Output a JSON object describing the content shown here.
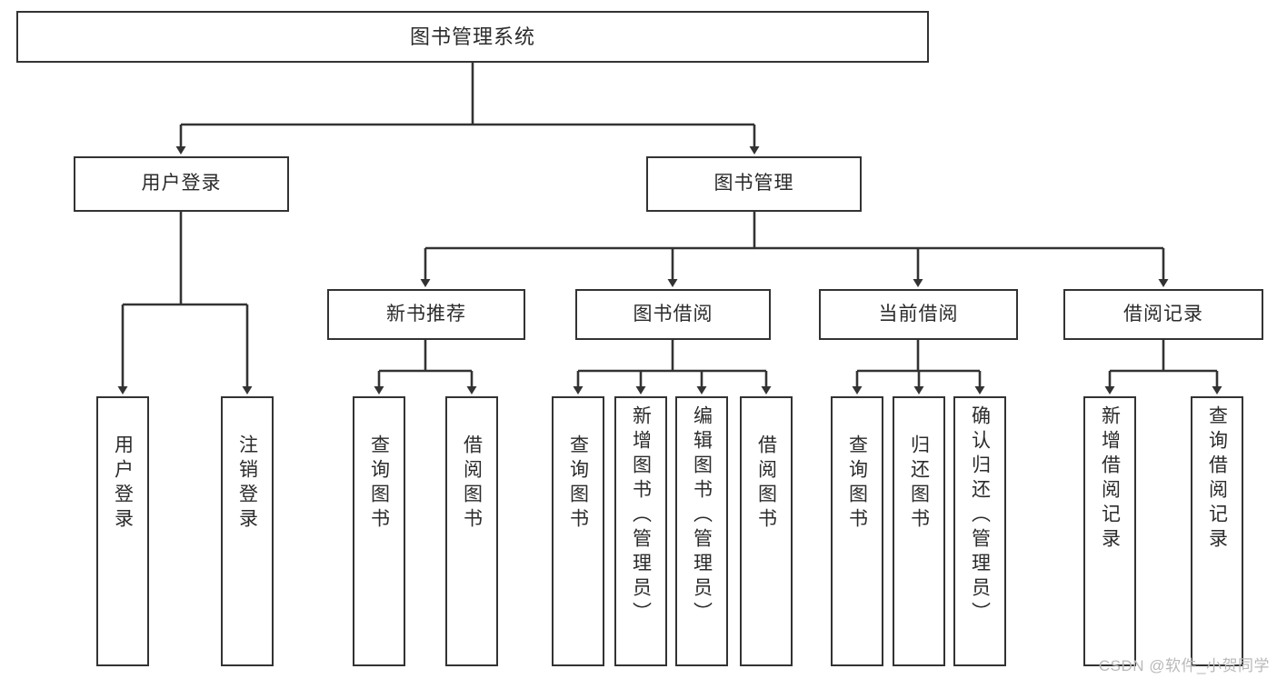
{
  "diagram": {
    "type": "tree-hierarchy",
    "title": "图书管理系统",
    "watermark": "CSDN @软件_小贺同学",
    "colors": {
      "background": "#ffffff",
      "border": "#333333",
      "text": "#2b2b2b",
      "watermark": "#b9b9b9"
    },
    "root": {
      "label": "图书管理系统"
    },
    "level2": [
      {
        "label": "用户登录"
      },
      {
        "label": "图书管理"
      }
    ],
    "level3": [
      {
        "label": "新书推荐"
      },
      {
        "label": "图书借阅"
      },
      {
        "label": "当前借阅"
      },
      {
        "label": "借阅记录"
      }
    ],
    "leaves": {
      "user_login": [
        {
          "label": "用户登录"
        },
        {
          "label": "注销登录"
        }
      ],
      "new_book_recommend": [
        {
          "label": "查询图书"
        },
        {
          "label": "借阅图书"
        }
      ],
      "book_borrow": [
        {
          "label": "查询图书"
        },
        {
          "label": "新增图书（管理员）"
        },
        {
          "label": "编辑图书（管理员）"
        },
        {
          "label": "借阅图书"
        }
      ],
      "current_borrow": [
        {
          "label": "查询图书"
        },
        {
          "label": "归还图书"
        },
        {
          "label": "确认归还（管理员）"
        }
      ],
      "borrow_record": [
        {
          "label": "新增借阅记录"
        },
        {
          "label": "查询借阅记录"
        }
      ]
    }
  }
}
